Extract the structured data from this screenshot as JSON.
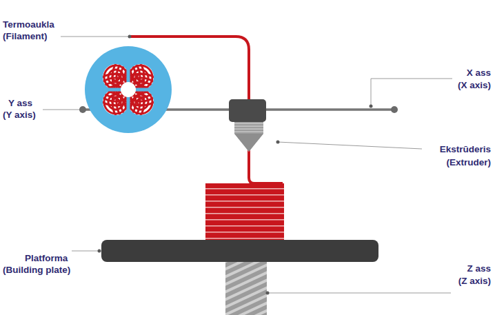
{
  "diagram": {
    "labels": [
      "Termoaukla",
      "(Filament)",
      "Y ass",
      "(Y axis)",
      "X ass",
      "(X axis)",
      "Ekstrūderis",
      "(Extruder)",
      "Platforma",
      "(Building plate)",
      "Z ass",
      "(Z axis)"
    ]
  }
}
